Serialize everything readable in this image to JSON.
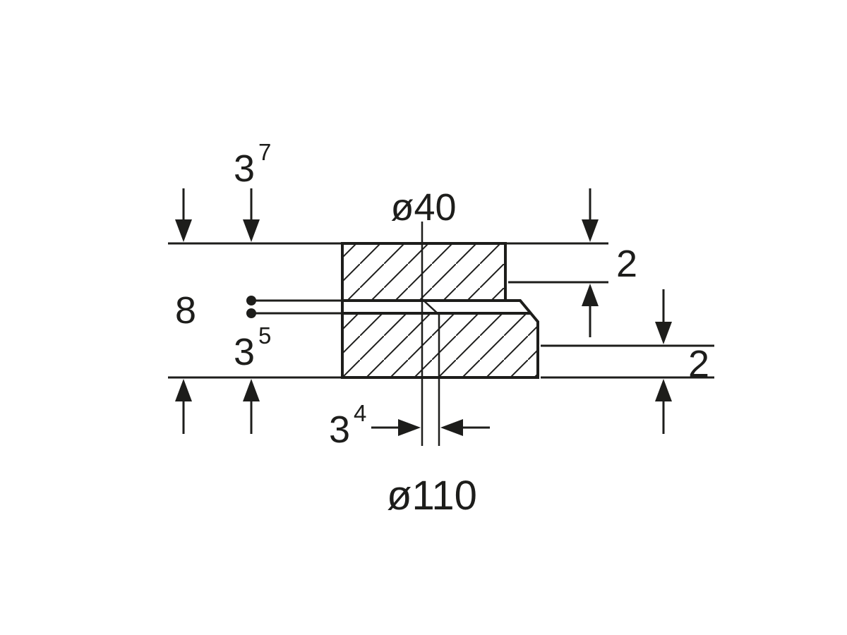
{
  "drawing": {
    "description": "Technical cross-section dimension drawing of a stepped pipe reducer fitting",
    "stroke_color": "#1d1d1b",
    "background_color": "#ffffff",
    "dimensions": {
      "wall_top": {
        "value": "3",
        "footnote": "7"
      },
      "diameter_top": "ø40",
      "step_upper_right": "2",
      "gap_left": "8",
      "wall_bottom": {
        "value": "3",
        "footnote": "5"
      },
      "step_lower_right": "2",
      "center_offset": {
        "value": "3",
        "footnote": "4"
      },
      "diameter_bottom": "ø110"
    }
  }
}
